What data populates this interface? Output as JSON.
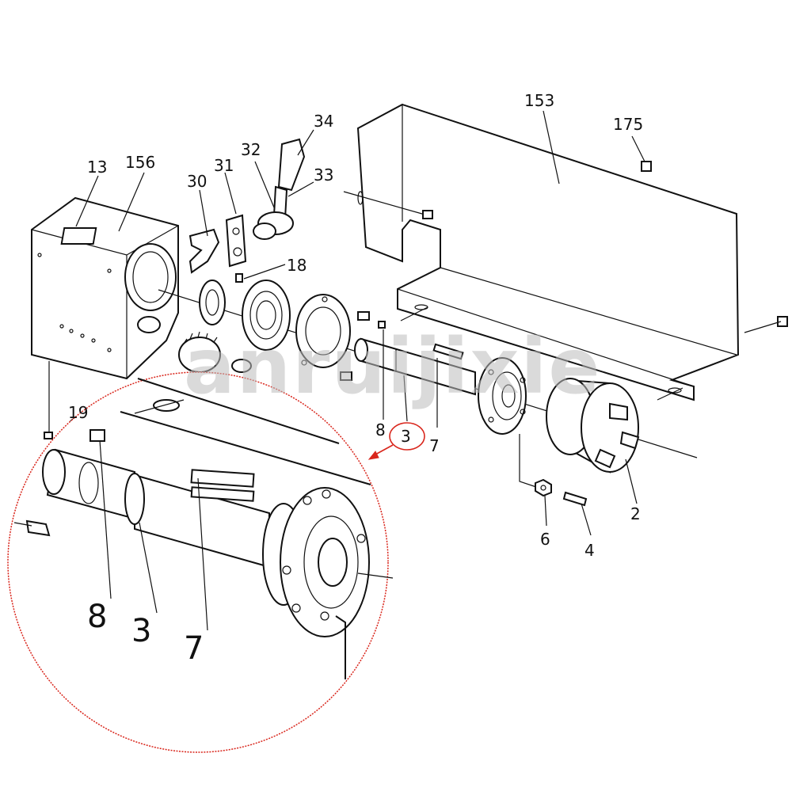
{
  "callouts": {
    "p153": "153",
    "p175": "175",
    "p34": "34",
    "p32": "32",
    "p33": "33",
    "p31": "31",
    "p30": "30",
    "p13": "13",
    "p156": "156",
    "p18": "18",
    "p8": "8",
    "p3": "3",
    "p7": "7",
    "p2": "2",
    "p6": "6",
    "p4": "4",
    "p19": "19"
  },
  "zoom": {
    "p8": "8",
    "p3": "3",
    "p7": "7"
  },
  "watermark": "anruijixie",
  "colors": {
    "line": "#111111",
    "highlight": "#d9261c",
    "watermark": "#bdbdbd"
  }
}
